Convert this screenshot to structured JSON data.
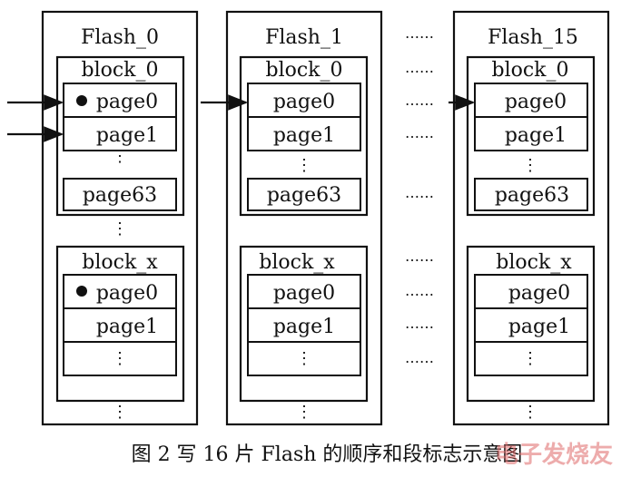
{
  "flash_titles": [
    "Flash_0",
    "Flash_1",
    "Flash_15"
  ],
  "block0_title": "block_0",
  "blockx_title": "block_x",
  "pages": [
    "page0",
    "page1",
    "page63"
  ],
  "gap_dots": "……",
  "caption": "图 2  写 16 片 Flash 的顺序和段标志示意图",
  "watermark": "电子发烧友"
}
